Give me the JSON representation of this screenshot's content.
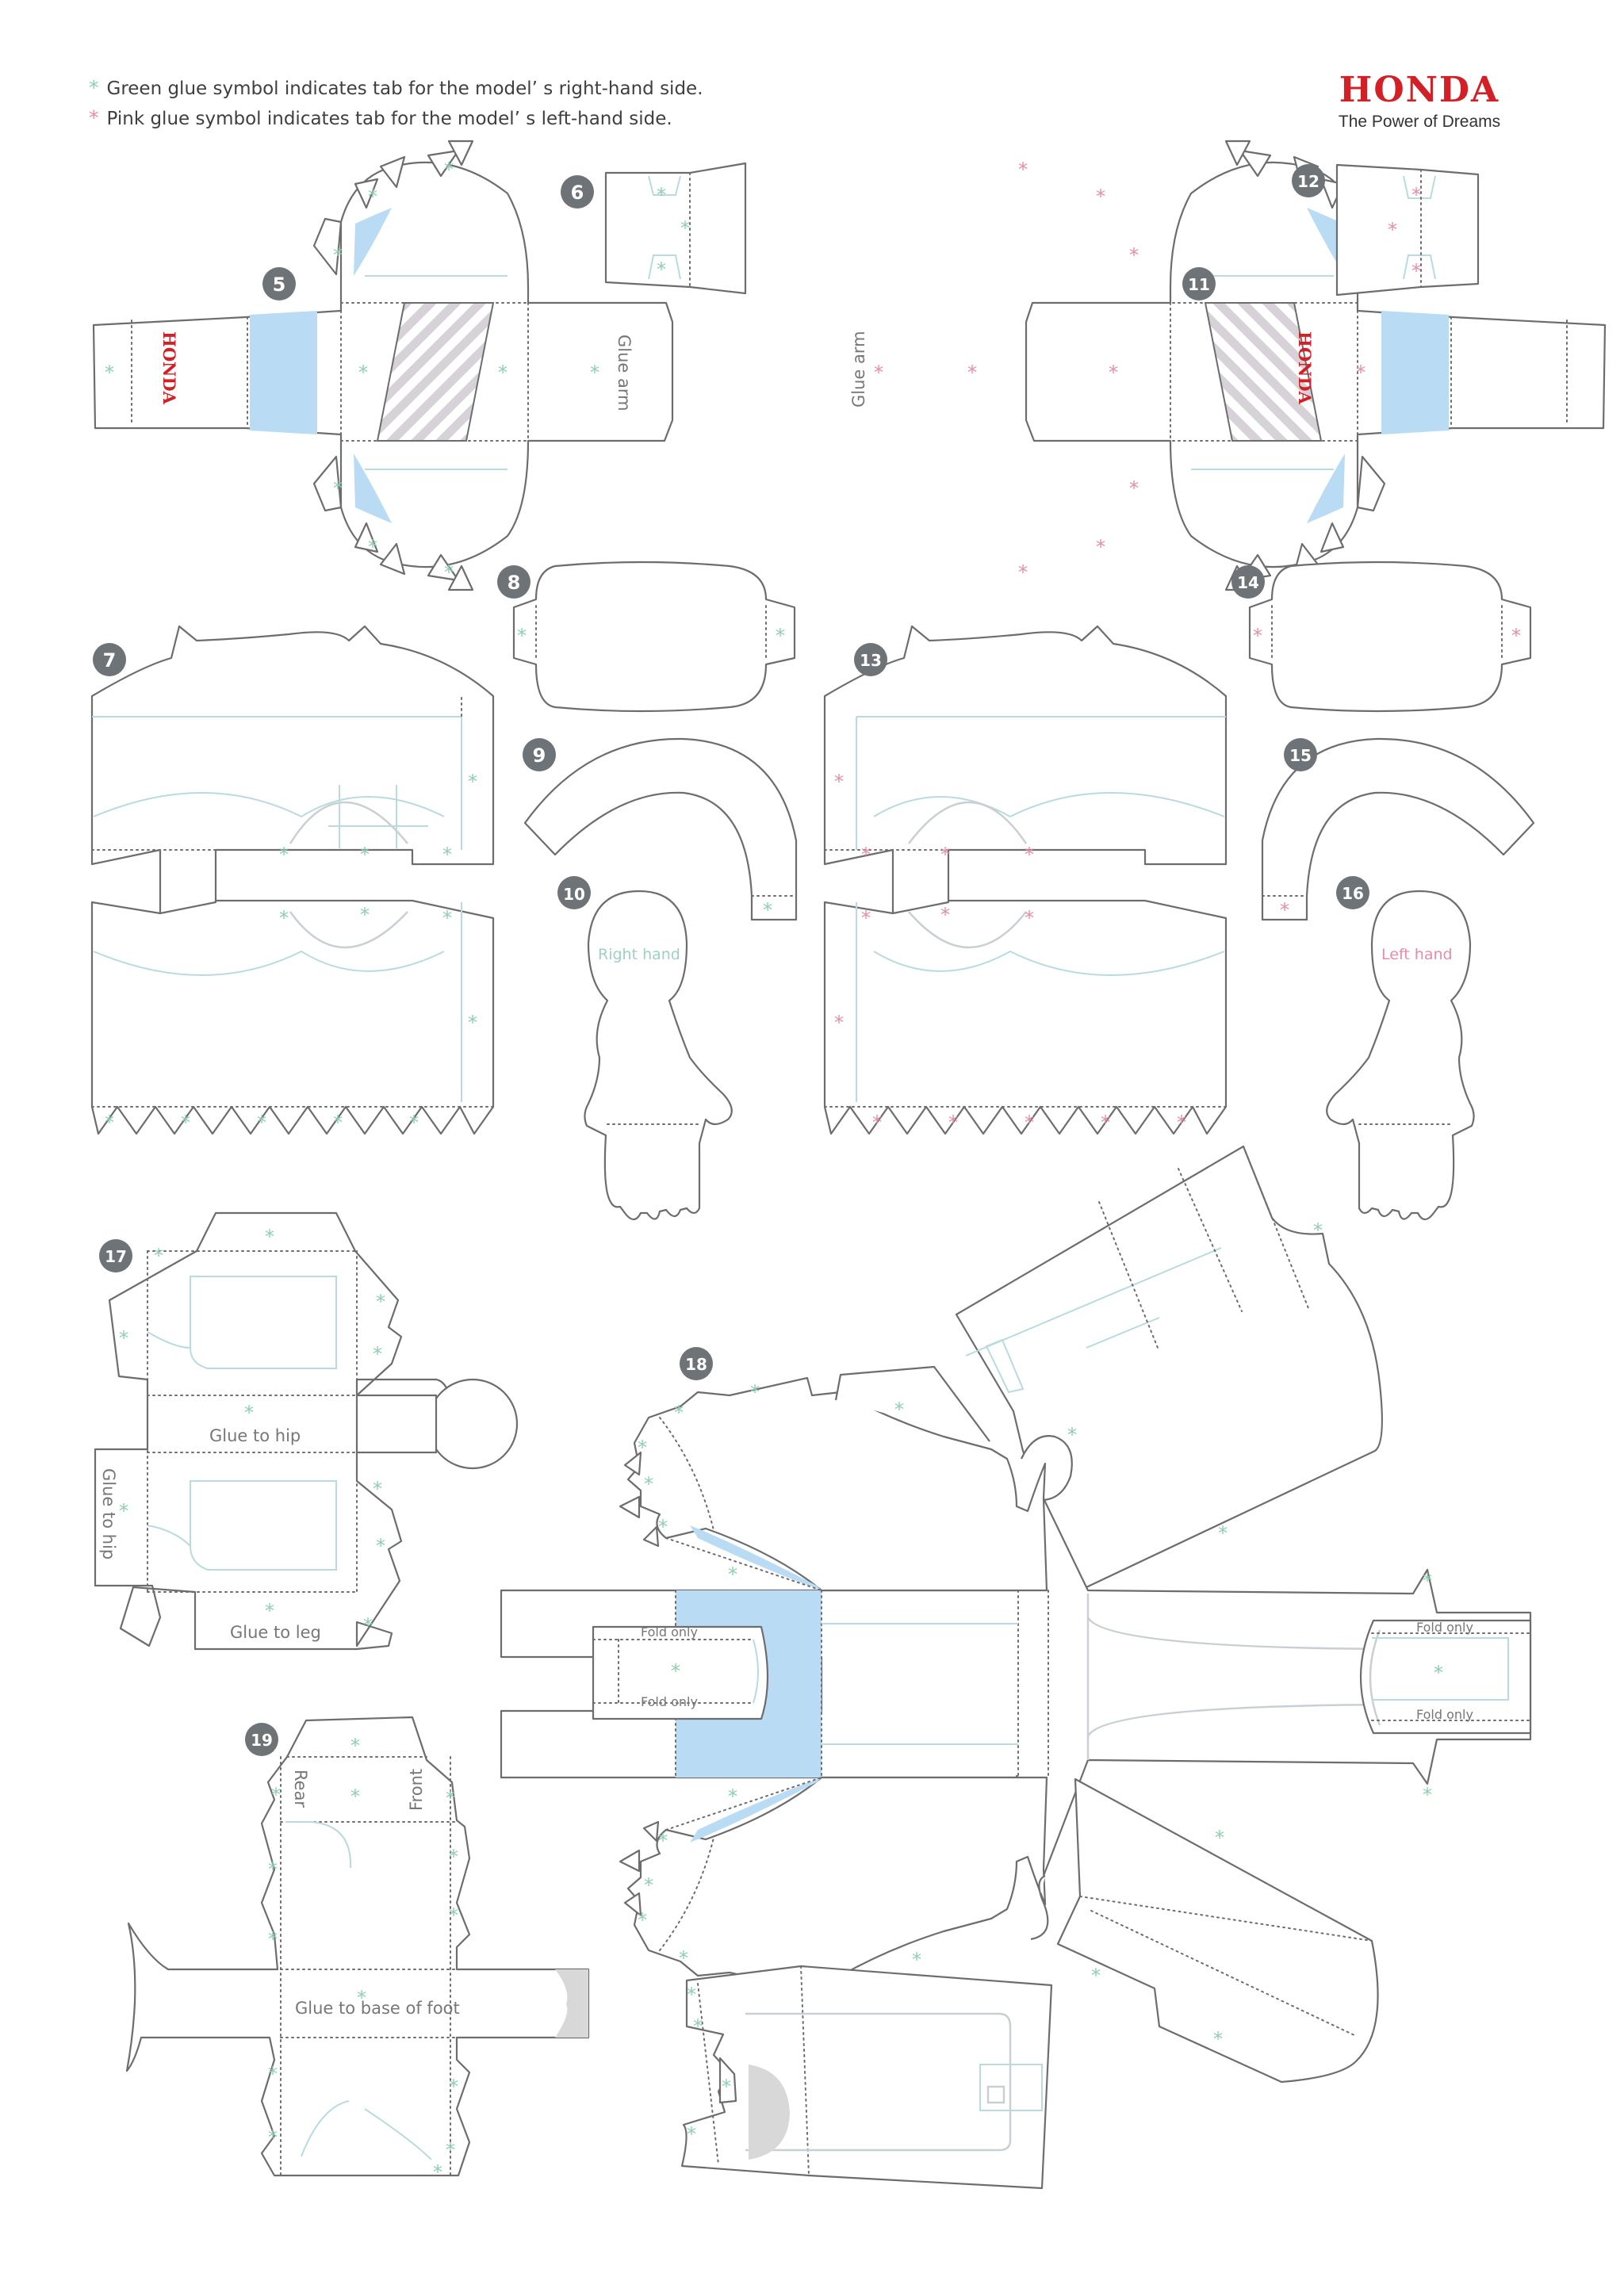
{
  "legend": {
    "green": {
      "symbol": "*",
      "text": "Green glue symbol indicates tab for the model’ s right-hand side.",
      "color": "#8ecfb0"
    },
    "pink": {
      "symbol": "*",
      "text": "Pink glue symbol indicates tab for the model’ s left-hand side.",
      "color": "#e88ca9"
    }
  },
  "logo": {
    "brand": "HONDA",
    "tagline": "The Power of Dreams",
    "color": "#d32027"
  },
  "badges": {
    "p5": "5",
    "p6": "6",
    "p7": "7",
    "p8": "8",
    "p9": "9",
    "p10": "10",
    "p11": "11",
    "p12": "12",
    "p13": "13",
    "p14": "14",
    "p15": "15",
    "p16": "16",
    "p17": "17",
    "p18": "18",
    "p19": "19"
  },
  "labels": {
    "arm_brand": "HONDA",
    "glue_arm": "Glue arm",
    "right_hand": "Right hand",
    "left_hand": "Left hand",
    "glue_to_hip": "Glue to hip",
    "glue_to_leg": "Glue to leg",
    "fold_only": "Fold only",
    "rear": "Rear",
    "front": "Front",
    "glue_to_base_of_foot": "Glue to base of foot"
  },
  "glue_symbol": "*",
  "colors": {
    "accent_blue": "#b9dcf4",
    "outline": "#6d6d70",
    "badge": "#6e7378"
  }
}
